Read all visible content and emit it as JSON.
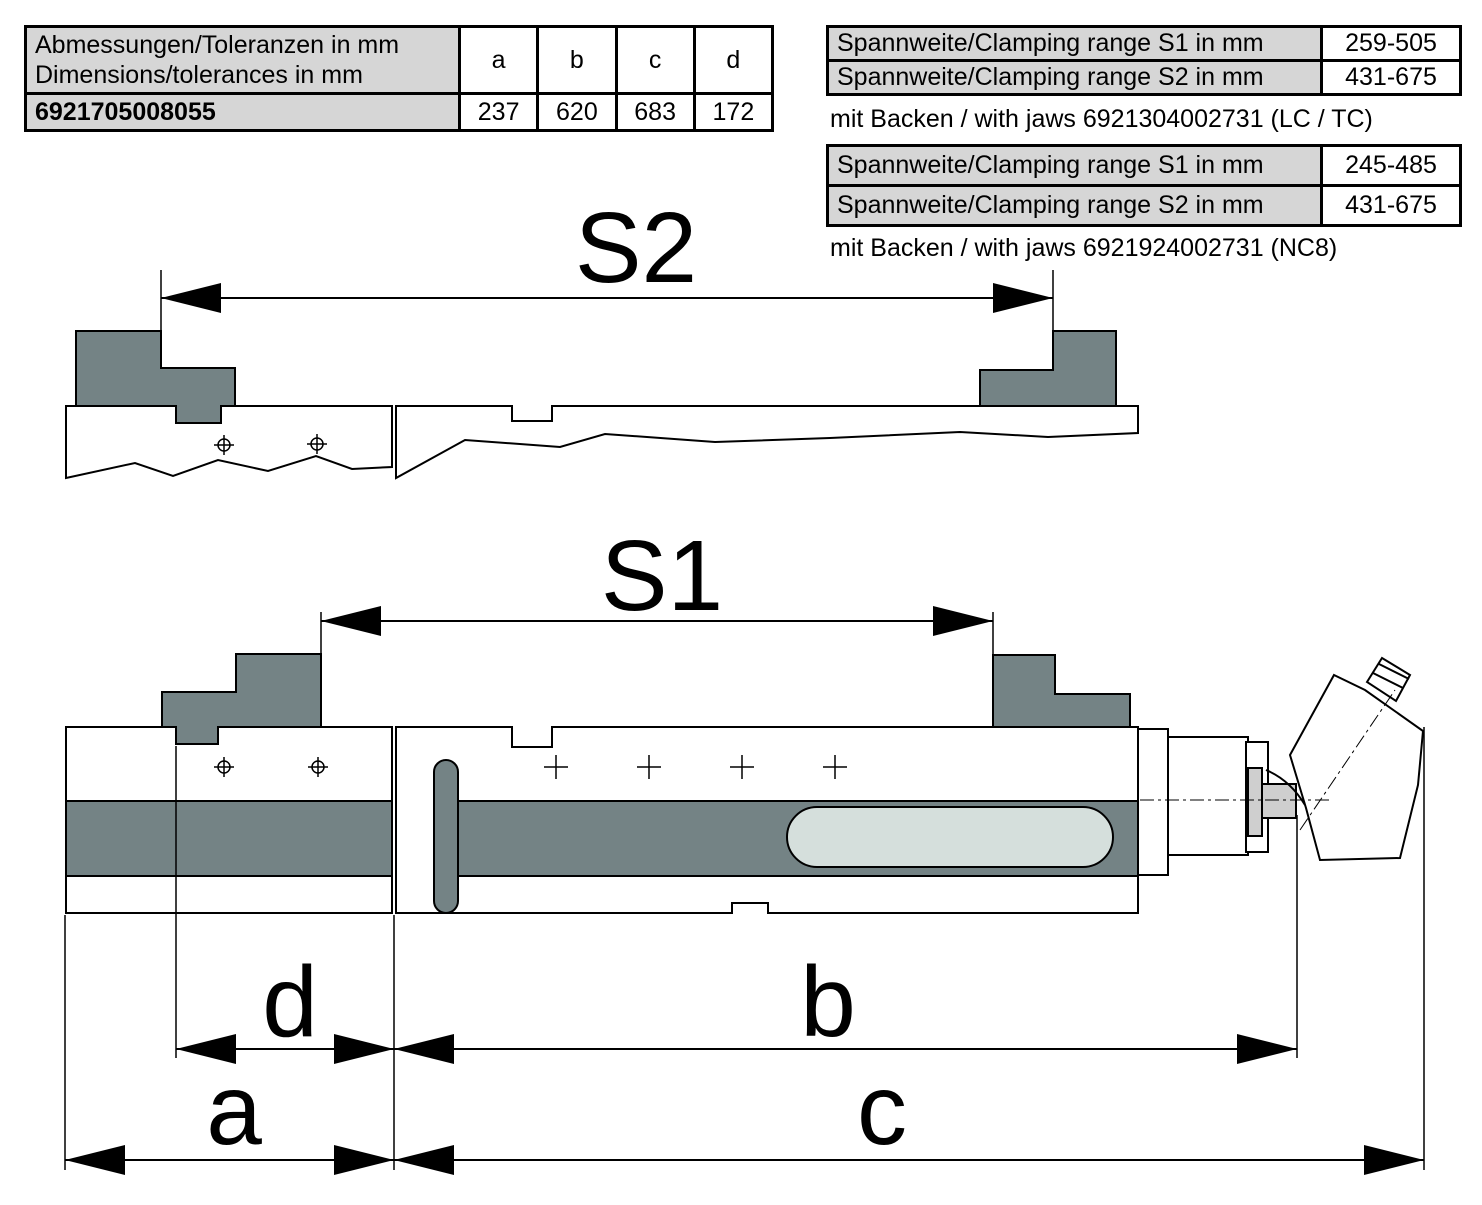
{
  "dimensions_table": {
    "header_de": "Abmessungen/Toleranzen in mm",
    "header_en": "Dimensions/tolerances in mm",
    "columns": [
      "a",
      "b",
      "c",
      "d"
    ],
    "part_number": "6921705008055",
    "values": [
      "237",
      "620",
      "683",
      "172"
    ]
  },
  "clamping_tables": [
    {
      "rows": [
        {
          "label": "Spannweite/Clamping range S1 in mm",
          "value": "259-505"
        },
        {
          "label": "Spannweite/Clamping range S2 in mm",
          "value": "431-675"
        }
      ],
      "note": "mit Backen / with jaws 6921304002731 (LC / TC)"
    },
    {
      "rows": [
        {
          "label": "Spannweite/Clamping range S1 in mm",
          "value": "245-485"
        },
        {
          "label": "Spannweite/Clamping range S2 in mm",
          "value": "431-675"
        }
      ],
      "note": "mit Backen / with jaws 6921924002731 (NC8)"
    }
  ],
  "drawing_labels": {
    "s1": "S1",
    "s2": "S2",
    "a": "a",
    "b": "b",
    "c": "c",
    "d": "d"
  },
  "colors": {
    "jaw_fill": "#748385",
    "window_fill": "#d5dfdc",
    "table_header": "#d6d6d6"
  }
}
